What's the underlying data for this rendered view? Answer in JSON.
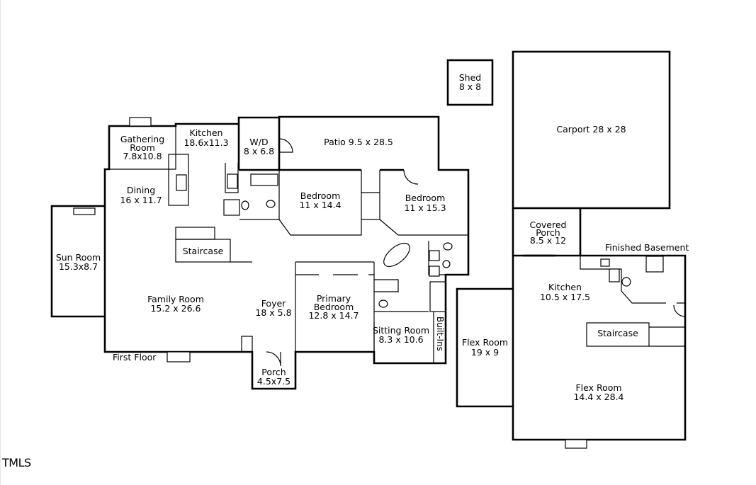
{
  "labels": {
    "shed": [
      "Shed",
      "8 x 8"
    ],
    "carport": [
      "Carport 28 x 28"
    ],
    "gathering_room": [
      "Gathering",
      "Room",
      "7.8x10.8"
    ],
    "kitchen_main": [
      "Kitchen",
      "18.6x11.3"
    ],
    "wd": [
      "W/D",
      "8 x 6.8"
    ],
    "patio": [
      "Patio 9.5 x 28.5"
    ],
    "dining": [
      "Dining",
      "16 x 11.7"
    ],
    "bedroom_1": [
      "Bedroom",
      "11 x 14.4"
    ],
    "bedroom_2": [
      "Bedroom",
      "11 x 15.3"
    ],
    "staircase_main": [
      "Staircase"
    ],
    "sun_room": [
      "Sun Room",
      "15.3x8.7"
    ],
    "family_room": [
      "Family Room",
      "15.2 x 26.6"
    ],
    "foyer": [
      "Foyer",
      "18 x 5.8"
    ],
    "primary_bedroom": [
      "Primary",
      "Bedroom",
      "12.8 x 14.7"
    ],
    "sitting_room": [
      "Sitting Room",
      "8.3 x 10.6"
    ],
    "built_ins": [
      "Built-Ins"
    ],
    "first_floor": [
      "First Floor"
    ],
    "porch": [
      "Porch",
      "4.5x7.5"
    ],
    "covered_porch": [
      "Covered",
      "Porch",
      "8.5 x 12"
    ],
    "finished_basement": [
      "Finished Basement"
    ],
    "kitchen_basement": [
      "Kitchen",
      "10.5 x 17.5"
    ],
    "staircase_basement": [
      "Staircase"
    ],
    "flex_room_1": [
      "Flex Room",
      "19 x 9"
    ],
    "flex_room_2": [
      "Flex Room",
      "14.4 x 28.4"
    ]
  },
  "logo": "TMLS"
}
